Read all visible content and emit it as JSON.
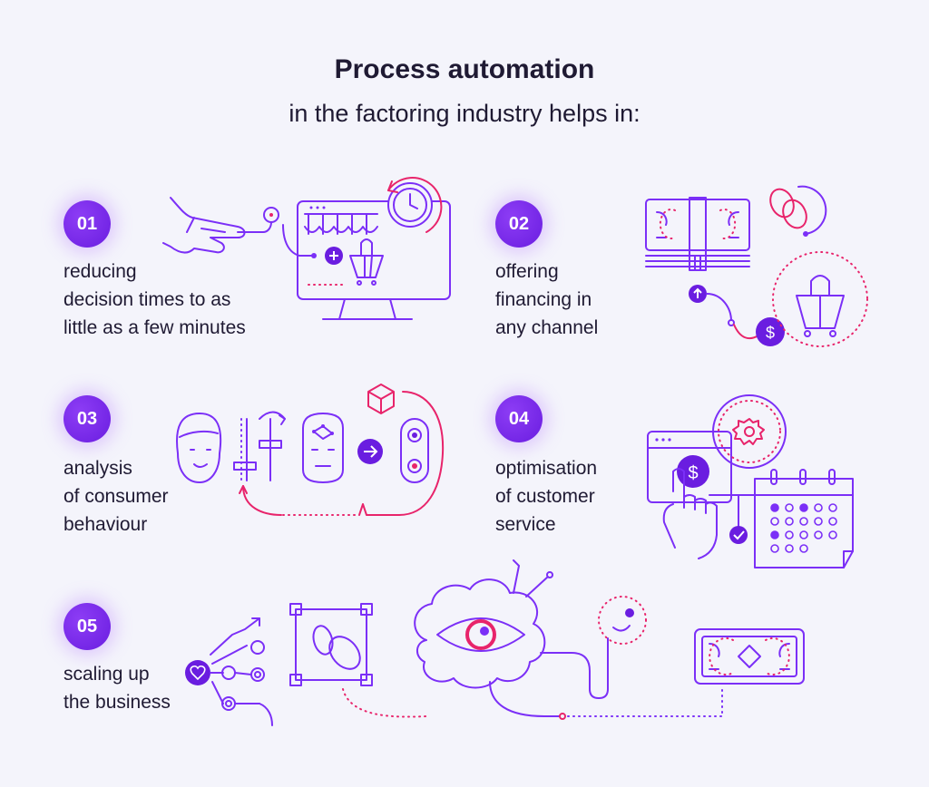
{
  "header": {
    "title": "Process automation",
    "subtitle": "in the factoring industry helps in:"
  },
  "items": [
    {
      "number": "01",
      "text": "reducing\ndecision times to as\nlittle as a few minutes",
      "icon": "hand-pointing-monitor-shop-clock-icon"
    },
    {
      "number": "02",
      "text": "offering\nfinancing in\nany channel",
      "icon": "money-stack-basket-coins-icon"
    },
    {
      "number": "03",
      "text": "analysis\nof consumer\nbehaviour",
      "icon": "face-robot-sliders-toggle-icon"
    },
    {
      "number": "04",
      "text": "optimisation\nof customer\nservice",
      "icon": "browser-gear-calendar-hand-icon"
    },
    {
      "number": "05",
      "text": "scaling up\nthe business",
      "icon": "network-cloud-eye-banknote-icon"
    }
  ],
  "colors": {
    "purple": "#7b2ff7",
    "pink": "#e8246b",
    "text": "#1f1a33",
    "background": "#f4f4fb"
  }
}
